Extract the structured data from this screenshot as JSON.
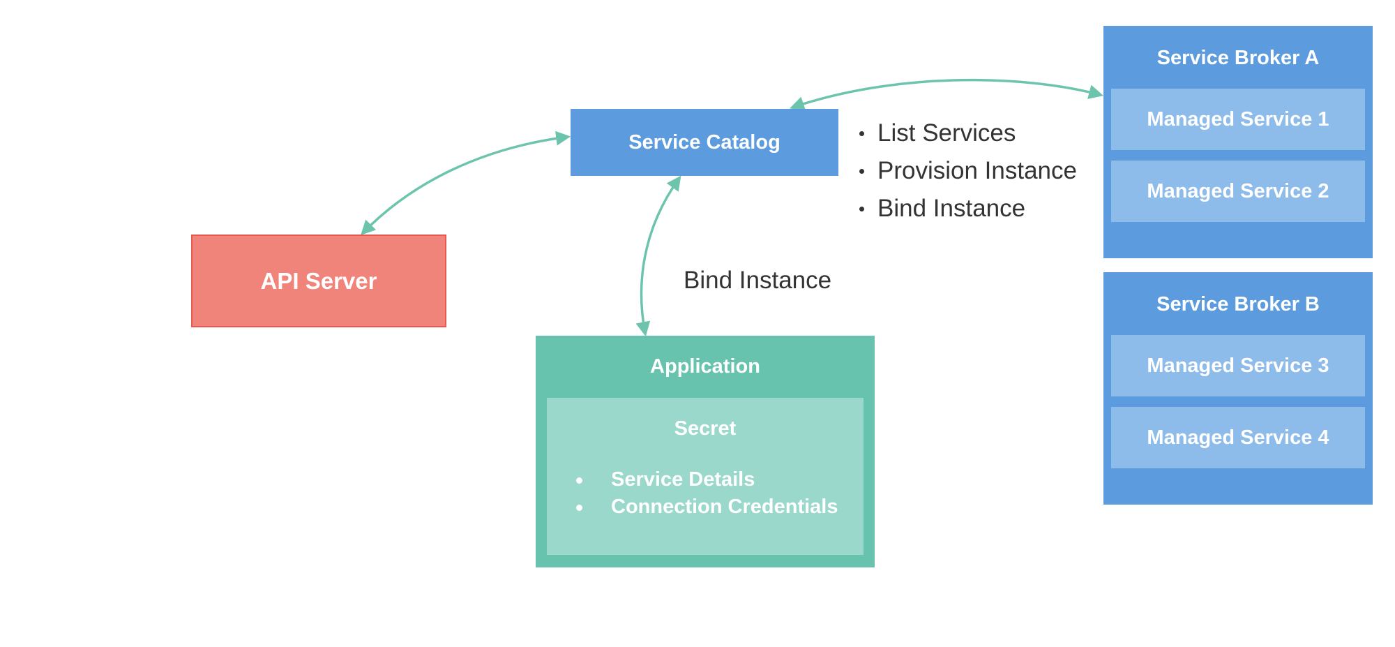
{
  "colors": {
    "catalog_blue": "#5b9bde",
    "managed_service_blue": "#8dbbea",
    "api_server_red": "#f0847b",
    "application_green": "#68c3ae",
    "secret_green": "#99d8ca",
    "arrow_teal": "#6cc4ad",
    "text_dark": "#333333"
  },
  "service_catalog": {
    "label": "Service Catalog"
  },
  "api_server": {
    "label": "API Server"
  },
  "application": {
    "title": "Application",
    "secret": {
      "title": "Secret",
      "items": [
        "Service Details",
        "Connection Credentials"
      ]
    }
  },
  "broker_operations": [
    "List Services",
    "Provision Instance",
    "Bind Instance"
  ],
  "bind_instance_label": "Bind Instance",
  "brokers": [
    {
      "title": "Service Broker A",
      "services": [
        "Managed Service 1",
        "Managed Service 2"
      ]
    },
    {
      "title": "Service Broker B",
      "services": [
        "Managed Service 3",
        "Managed Service 4"
      ]
    }
  ]
}
